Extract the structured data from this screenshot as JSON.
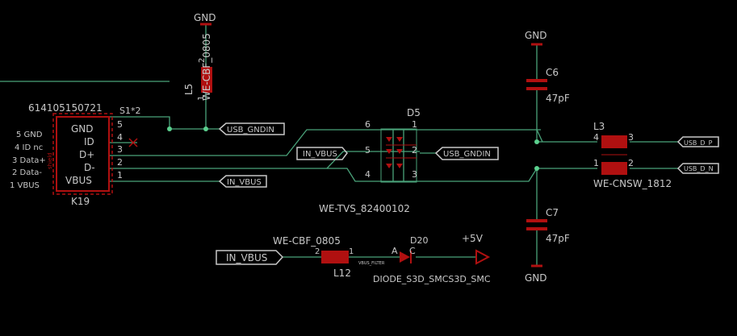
{
  "colors": {
    "background": "#000000",
    "wire": "#4aa37a",
    "junction": "#5bd08e",
    "part": "#b01010",
    "text": "#c8c8c8",
    "port": "#c8c8c8",
    "origin": "#d0d0d0"
  },
  "top_gnd": {
    "gnd_label": "GND",
    "part_name": "WE-CBF_0805",
    "ref": "L5",
    "pin1": "1",
    "pin2": "2"
  },
  "connector": {
    "part_number": "614105150721",
    "ref": "K19",
    "shield_label": "shield",
    "inner_pins": [
      "GND",
      "ID",
      "D+",
      "D-",
      "VBUS"
    ],
    "outer_pins": [
      "5 GND",
      "4 ID nc",
      "3 Data+",
      "2 Data-",
      "1 VBUS"
    ],
    "pin_numbers": [
      "5",
      "4",
      "3",
      "2",
      "1"
    ],
    "net_label": "S1*2"
  },
  "nets": {
    "usb_gndin_upper": "USB_GNDIN",
    "usb_gndin_lower": "USB_GNDIN",
    "in_vbus_left": "IN_VBUS",
    "in_vbus_bottom": "IN_VBUS",
    "usb_d_p": "USB_D_P",
    "usb_d_n": "USB_D_N"
  },
  "tvs": {
    "ref": "D5",
    "part_name": "WE-TVS_82400102",
    "pin_numbers": [
      "6",
      "1",
      "5",
      "2",
      "4",
      "3"
    ]
  },
  "c6": {
    "ref": "C6",
    "value": "47pF",
    "gnd_label": "GND"
  },
  "c7": {
    "ref": "C7",
    "value": "47pF",
    "gnd_label": "GND"
  },
  "cmc": {
    "ref": "L3",
    "part_name": "WE-CNSW_1812",
    "pins": [
      "4",
      "3",
      "1",
      "2"
    ]
  },
  "bottom": {
    "ferrite_name": "WE-CBF_0805",
    "ferrite_ref": "L12",
    "ferrite_pins": [
      "2",
      "1"
    ],
    "small_net": "VBUS_FILTER",
    "diode_ref": "D20",
    "diode_name": "DIODE_S3D_SMCS3D_SMC",
    "anode": "A",
    "cathode": "C",
    "supply": "+5V"
  }
}
